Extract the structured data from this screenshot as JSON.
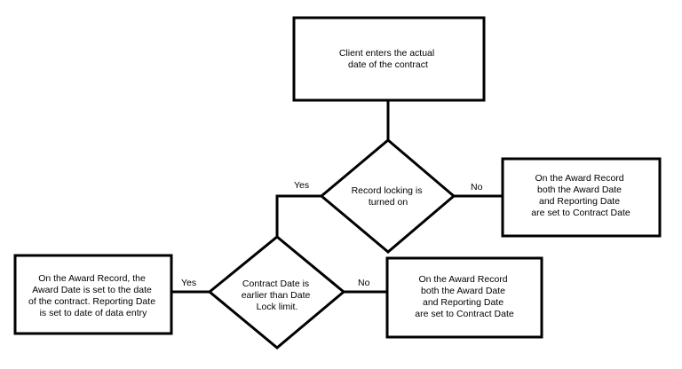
{
  "diagram": {
    "start": {
      "lines": [
        "Client enters the actual",
        "date of the contract"
      ]
    },
    "decision_lock": {
      "lines": [
        "Record locking is",
        "turned on"
      ]
    },
    "outcome_right": {
      "lines": [
        "On the Award Record",
        "both the Award Date",
        "and Reporting Date",
        "are set to Contract Date"
      ]
    },
    "decision_date": {
      "lines": [
        "Contract Date is",
        "earlier than Date",
        "Lock limit."
      ]
    },
    "outcome_left": {
      "lines": [
        "On the Award Record, the",
        "Award Date is set to the date",
        "of the contract. Reporting Date",
        "is set to date of data entry"
      ]
    },
    "outcome_bottom": {
      "lines": [
        "On the Award Record",
        "both the Award Date",
        "and Reporting Date",
        "are set to Contract Date"
      ]
    },
    "edge_labels": {
      "lock_yes": "Yes",
      "lock_no": "No",
      "date_yes": "Yes",
      "date_no": "No"
    }
  }
}
